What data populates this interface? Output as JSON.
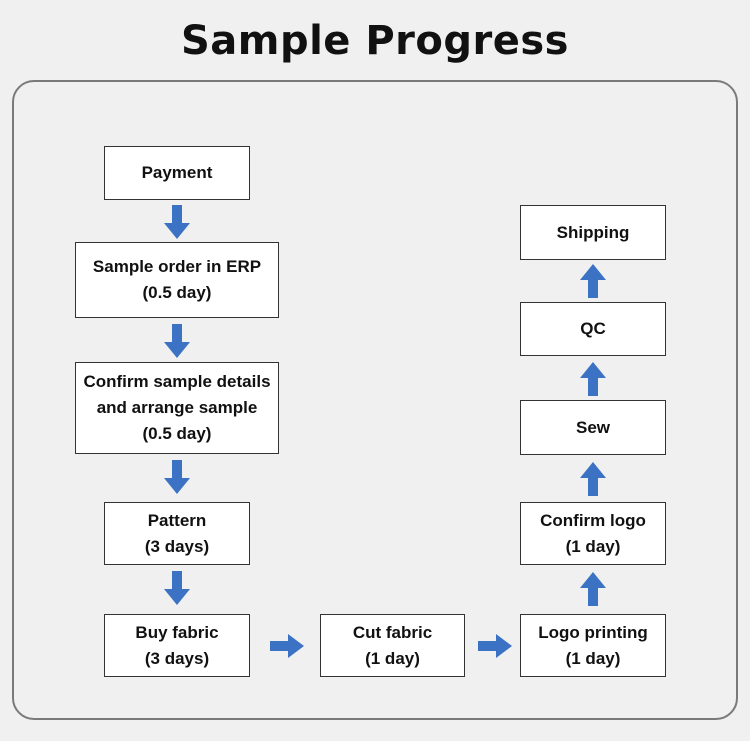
{
  "title": "Sample Progress",
  "colors": {
    "arrow": "#3b72c4",
    "panel_border": "#7a7a7a",
    "box_border": "#333333"
  },
  "steps": {
    "payment": {
      "label": "Payment",
      "duration": ""
    },
    "erp": {
      "label": "Sample order in ERP",
      "duration": "(0.5 day)"
    },
    "confirm_details": {
      "label": "Confirm sample details",
      "label2": "and arrange sample",
      "duration": "(0.5 day)"
    },
    "pattern": {
      "label": "Pattern",
      "duration": "(3 days)"
    },
    "buy_fabric": {
      "label": "Buy fabric",
      "duration": "(3 days)"
    },
    "cut_fabric": {
      "label": "Cut fabric",
      "duration": "(1 day)"
    },
    "logo_printing": {
      "label": "Logo printing",
      "duration": "(1 day)"
    },
    "confirm_logo": {
      "label": "Confirm logo",
      "duration": "(1 day)"
    },
    "sew": {
      "label": "Sew",
      "duration": ""
    },
    "qc": {
      "label": "QC",
      "duration": ""
    },
    "shipping": {
      "label": "Shipping",
      "duration": ""
    }
  }
}
